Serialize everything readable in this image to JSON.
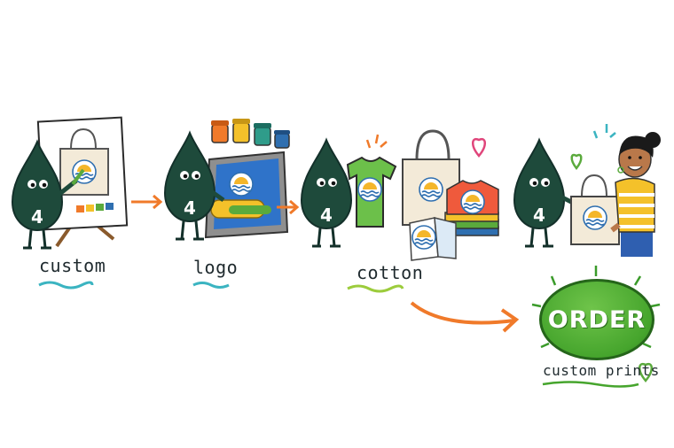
{
  "steps": [
    {
      "label": "custom"
    },
    {
      "label": "logo"
    },
    {
      "label": "cotton"
    }
  ],
  "mascot": {
    "badge": "4"
  },
  "cta": {
    "label": "ORDER",
    "tagline": "custom prints"
  },
  "colors": {
    "mascot": "#1e4a3b",
    "accent_orange": "#f07a2a",
    "order_green": "#46a52d",
    "underline_teal": "#3bb4c1",
    "underline_green": "#9ccc3c",
    "heart_pink": "#e0457b"
  },
  "icons": [
    "easel-icon",
    "tote-bag-icon",
    "paint-jar-icon",
    "screen-print-frame-icon",
    "roller-icon",
    "t-shirt-icon",
    "heart-icon",
    "sun-wave-logo-icon",
    "arrow-icon"
  ]
}
